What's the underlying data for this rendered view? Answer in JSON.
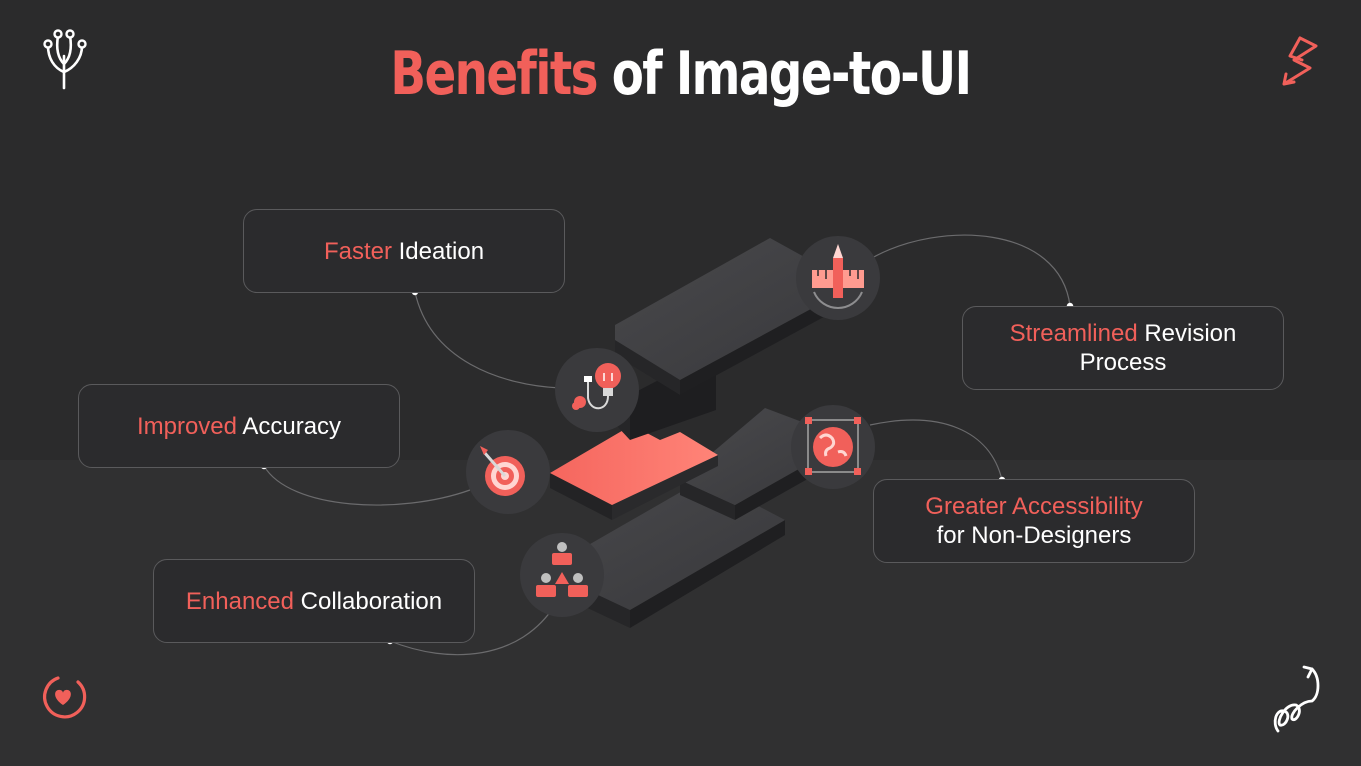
{
  "title": {
    "accent": "Benefits",
    "rest": " of Image-to-UI"
  },
  "colors": {
    "accent": "#f1605a",
    "background": "#2b2b2c",
    "card_border": "#5a5a5c",
    "text": "#ffffff"
  },
  "benefits": [
    {
      "accent": "Faster",
      "rest": " Ideation",
      "line2": "",
      "icon": "lightbulb-icon"
    },
    {
      "accent": "Improved",
      "rest": " Accuracy",
      "line2": "",
      "icon": "target-icon"
    },
    {
      "accent": "Enhanced",
      "rest": " Collaboration",
      "line2": "",
      "icon": "team-icon"
    },
    {
      "accent": "Streamlined",
      "rest": " Revision",
      "line2": "Process",
      "icon": "pencil-ruler-icon"
    },
    {
      "accent": "Greater Accessibility",
      "rest": "",
      "line2": "for Non-Designers",
      "icon": "globe-vector-icon"
    }
  ],
  "decorations": [
    "sprout-icon",
    "lightning-icon",
    "heart-icon",
    "spiral-arrow-icon"
  ]
}
